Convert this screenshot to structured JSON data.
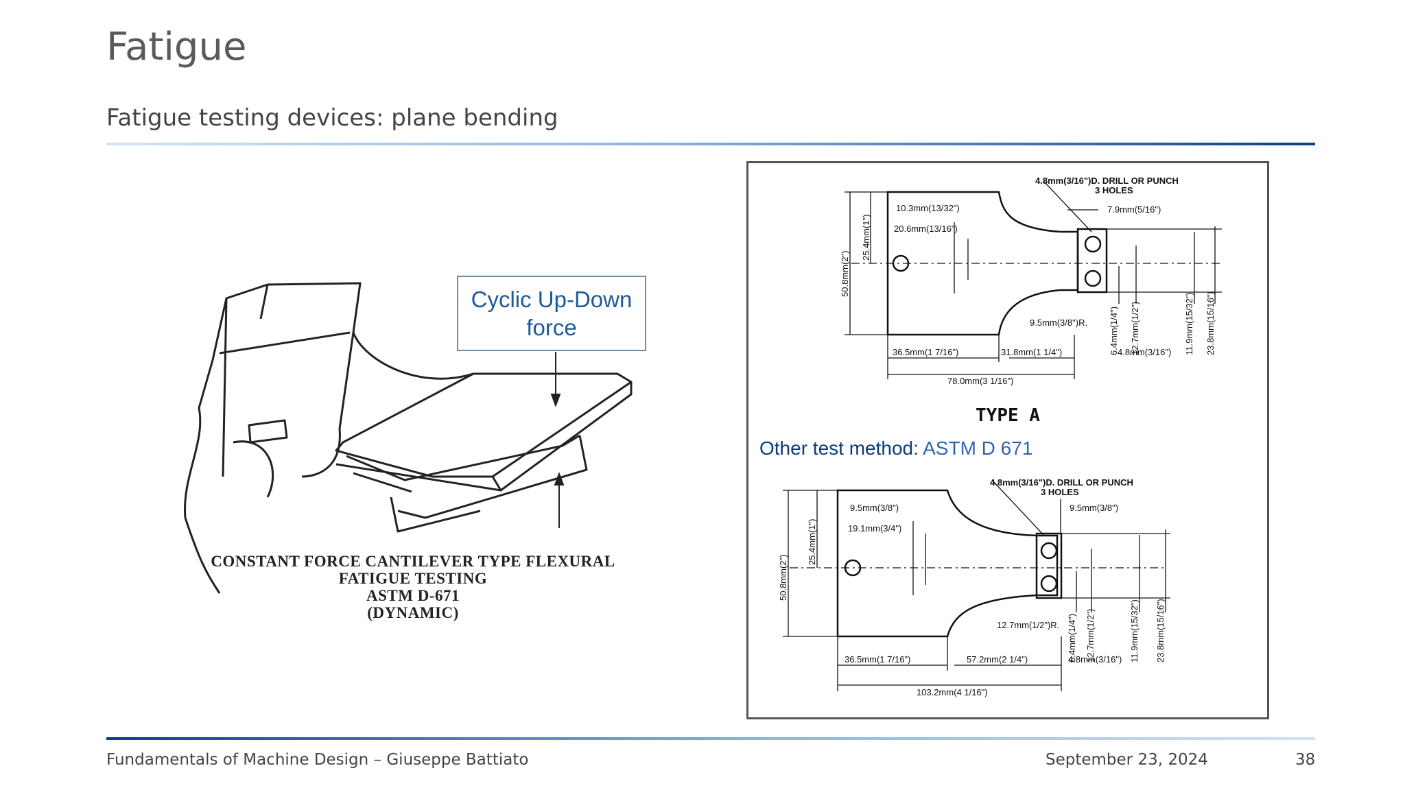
{
  "slide": {
    "title": "Fatigue",
    "subtitle": "Fatigue testing devices: plane bending"
  },
  "left_figure": {
    "callout": [
      "Cyclic Up-Down",
      "force"
    ],
    "caption": [
      "CONSTANT FORCE CANTILEVER TYPE FLEXURAL",
      "FATIGUE TESTING",
      "ASTM D-671",
      "(DYNAMIC)"
    ]
  },
  "right_figure": {
    "type_a_label": "TYPE A",
    "other_method_label": "Other test method:",
    "other_method_value": "ASTM D 671",
    "top_dims": {
      "drill": "4.8mm(3/16\")D. DRILL OR PUNCH",
      "holes": "3 HOLES",
      "d1": "10.3mm(13/32\")",
      "d2": "20.6mm(13/16\")",
      "d3": "7.9mm(5/16\")",
      "h1": "25.4mm(1\")",
      "h2": "50.8mm(2\")",
      "r": "9.5mm(3/8\")R.",
      "w1": "36.5mm(1 7/16\")",
      "w2": "31.8mm(1 1/4\")",
      "w3": "4.8mm(3/16\")",
      "total": "78.0mm(3 1/16\")",
      "v1": "6.4mm(1/4\")",
      "v2": "12.7mm(1/2\")",
      "v3": "11.9mm(15/32\")",
      "v4": "23.8mm(15/16\")"
    },
    "bottom_dims": {
      "drill": "4.8mm(3/16\")D. DRILL OR PUNCH",
      "holes": "3 HOLES",
      "d1": "9.5mm(3/8\")",
      "d2": "19.1mm(3/4\")",
      "d3": "9.5mm(3/8\")",
      "h1": "25.4mm(1\")",
      "h2": "50.8mm(2\")",
      "r": "12.7mm(1/2\")R.",
      "w1": "36.5mm(1 7/16\")",
      "w2": "57.2mm(2 1/4\")",
      "w3": "4.8mm(3/16\")",
      "total": "103.2mm(4 1/16\")",
      "v1": "6.4mm(1/4\")",
      "v2": "12.7mm(1/2\")",
      "v3": "11.9mm(15/32\")",
      "v4": "23.8mm(15/16\")"
    }
  },
  "footer": {
    "left": "Fundamentals of Machine Design – Giuseppe Battiato",
    "date": "September 23, 2024",
    "page": "38"
  }
}
